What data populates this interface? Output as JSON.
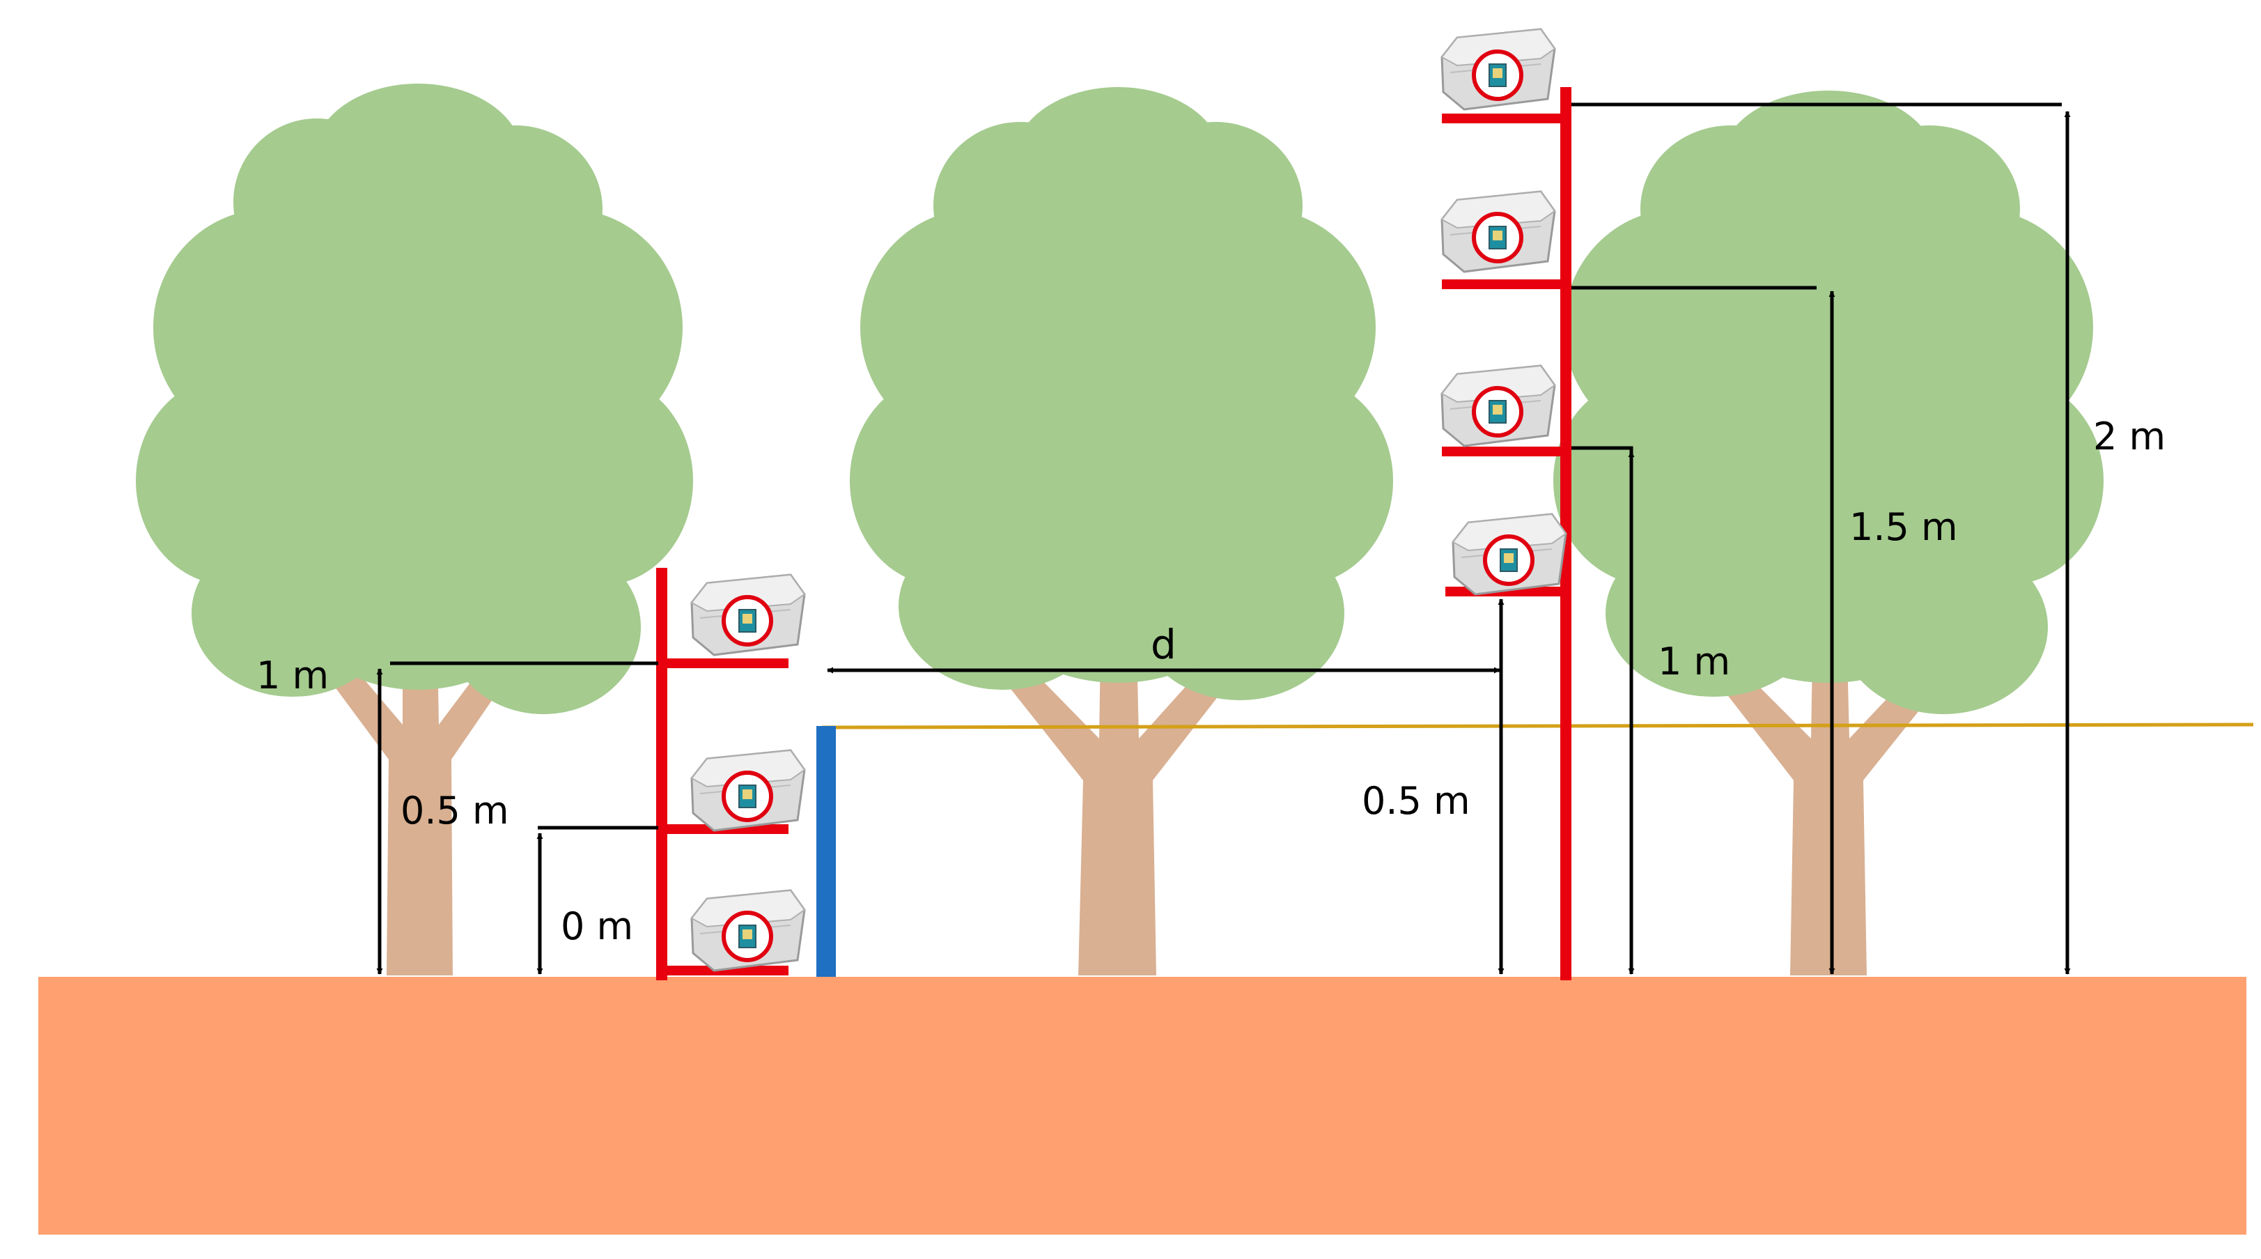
{
  "colors": {
    "ground": "#fea070",
    "foliage": "#a5cb8f",
    "trunk": "#d9b092",
    "trunk_shade": "#caa187",
    "mast": "#e8000f",
    "emitter": "#1f6fc2",
    "level_line": "#d4a018",
    "dimension": "#000000",
    "box_body": "#dcdcdc",
    "box_lid": "#f0f0f0",
    "ring": "#e00010",
    "sensor": "#1e8fa0"
  },
  "icons": {
    "sensor_box": "sensor-box-icon",
    "arrow": "double-arrow-icon"
  },
  "labels": {
    "left_top": "1 m",
    "left_middle": "0.5 m",
    "left_bottom": "0 m",
    "distance": "d",
    "right_bottom": "0.5 m",
    "right_second": "1 m",
    "right_third": "1.5 m",
    "right_top": "2 m"
  },
  "left_mast": {
    "sensor_heights_m": [
      0,
      0.5,
      1
    ]
  },
  "right_mast": {
    "sensor_heights_m": [
      0.5,
      1,
      1.5,
      2
    ]
  }
}
